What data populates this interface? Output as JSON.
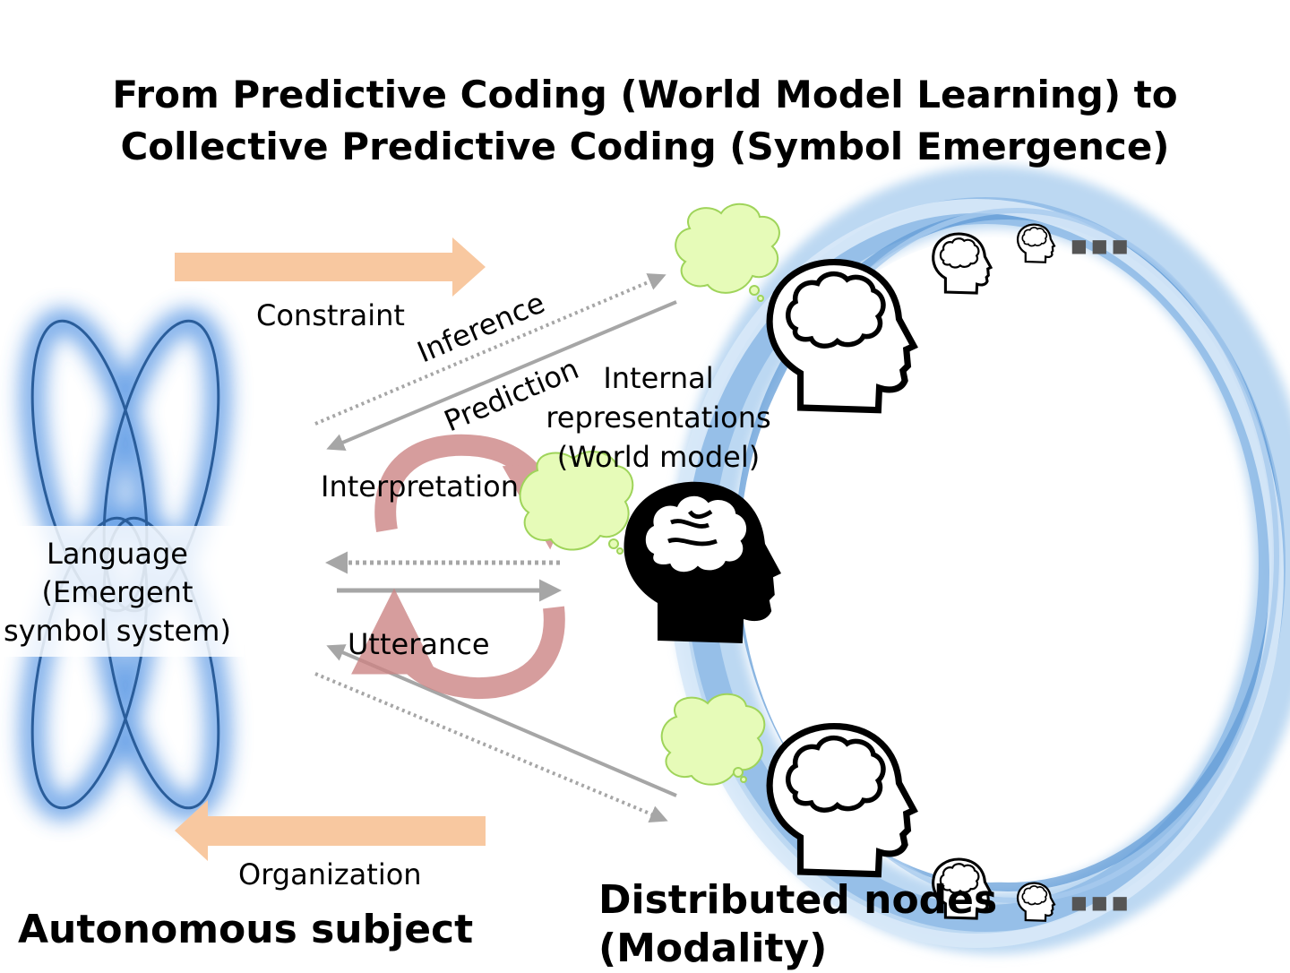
{
  "title": {
    "line1": "From Predictive Coding (World Model Learning) to",
    "line2": "Collective Predictive Coding (Symbol Emergence)"
  },
  "labels": {
    "constraint": "Constraint",
    "organization": "Organization",
    "inference": "Inference",
    "prediction": "Prediction",
    "interpretation": "Interpretation",
    "utterance": "Utterance",
    "internal_representations": [
      "Internal",
      "representations",
      "(World model)"
    ],
    "language": [
      "Language",
      "(Emergent",
      "symbol system)"
    ],
    "autonomous_subject": "Autonomous subject",
    "distributed_nodes": [
      "Distributed nodes",
      "(Modality)"
    ],
    "ellipsis": "■■■"
  },
  "colors": {
    "orange_arrow": "#f8c8a0",
    "gray_arrow": "#a6a6a6",
    "red_cycle": "#cc8585",
    "thought_bubble": "#e6fbb8",
    "ring_blue": "#7fb2e0",
    "knot_blue": "#2f6fb5"
  }
}
